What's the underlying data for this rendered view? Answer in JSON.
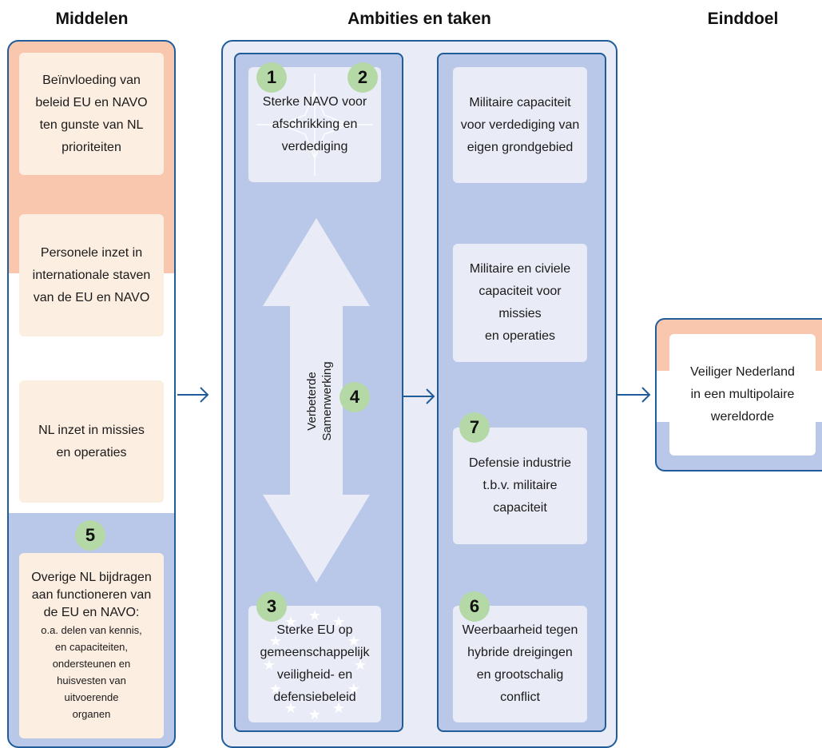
{
  "headings": {
    "middelen": "Middelen",
    "ambities": "Ambities en taken",
    "einddoel": "Einddoel"
  },
  "middelen": {
    "box1": [
      "Beïnvloeding van",
      "beleid EU en NAVO",
      "ten gunste van NL",
      "prioriteiten"
    ],
    "box2": [
      "Personele inzet in",
      "internationale staven",
      "van de EU en NAVO"
    ],
    "box3": [
      "NL inzet in missies",
      "en operaties"
    ],
    "badge5": "5",
    "box4_main": [
      "Overige NL bijdragen",
      "aan functioneren van",
      "de EU en NAVO:"
    ],
    "box4_detail": [
      "o.a. delen van kennis,",
      "en capaciteiten,",
      "ondersteunen en",
      "huisvesten van",
      "uitvoerende",
      "organen"
    ]
  },
  "ambities": {
    "badge1": "1",
    "badge2": "2",
    "navo_box": [
      "Sterke NAVO voor",
      "afschrikking en",
      "verdediging"
    ],
    "badge4": "4",
    "arrow_label": [
      "Verbeterde",
      "Samenwerking"
    ],
    "badge3": "3",
    "eu_box": [
      "Sterke EU op",
      "gemeenschappelijk",
      "veiligheid- en",
      "defensiebeleid"
    ]
  },
  "taken": {
    "box1": [
      "Militaire capaciteit",
      "voor verdediging van",
      "eigen grondgebied"
    ],
    "box2": [
      "Militaire en civiele",
      "capaciteit voor",
      "missies",
      "en operaties"
    ],
    "badge7": "7",
    "box3": [
      "Defensie industrie",
      "t.b.v. militaire",
      "capaciteit"
    ],
    "badge6": "6",
    "box4": [
      "Weerbaarheid tegen",
      "hybride dreigingen",
      "en grootschalig",
      "conflict"
    ]
  },
  "einddoel": {
    "box": [
      "Veiliger Nederland",
      "in een multipolaire",
      "wereldorde"
    ]
  },
  "colors": {
    "border": "#1f5c99",
    "peach": "#f9c7ae",
    "peach_light": "#fdeee2",
    "blue": "#b9c8e9",
    "blue_light": "#e9ecf7",
    "badge": "#b5d9a6"
  }
}
